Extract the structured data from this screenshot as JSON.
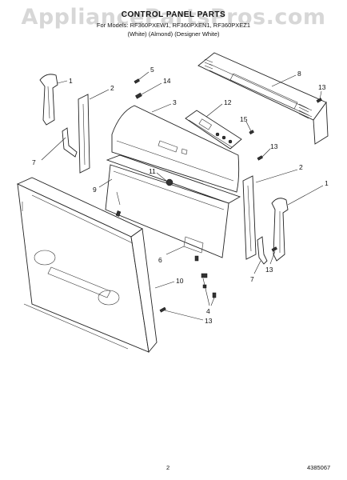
{
  "header": {
    "title": "CONTROL PANEL PARTS",
    "models": "For Models: RF360PXEW1, RF360PXEN1, RF360PXEZ1",
    "colors": "(White)        (Almond)  (Designer White)"
  },
  "watermark": "AppliancePartsPros.com",
  "footer": {
    "page_number": "2",
    "document_number": "4385067"
  },
  "callouts": [
    "1",
    "2",
    "5",
    "14",
    "3",
    "12",
    "8",
    "13",
    "7",
    "15",
    "13",
    "11",
    "9",
    "2",
    "1",
    "6",
    "10",
    "7",
    "13",
    "4",
    "13"
  ]
}
